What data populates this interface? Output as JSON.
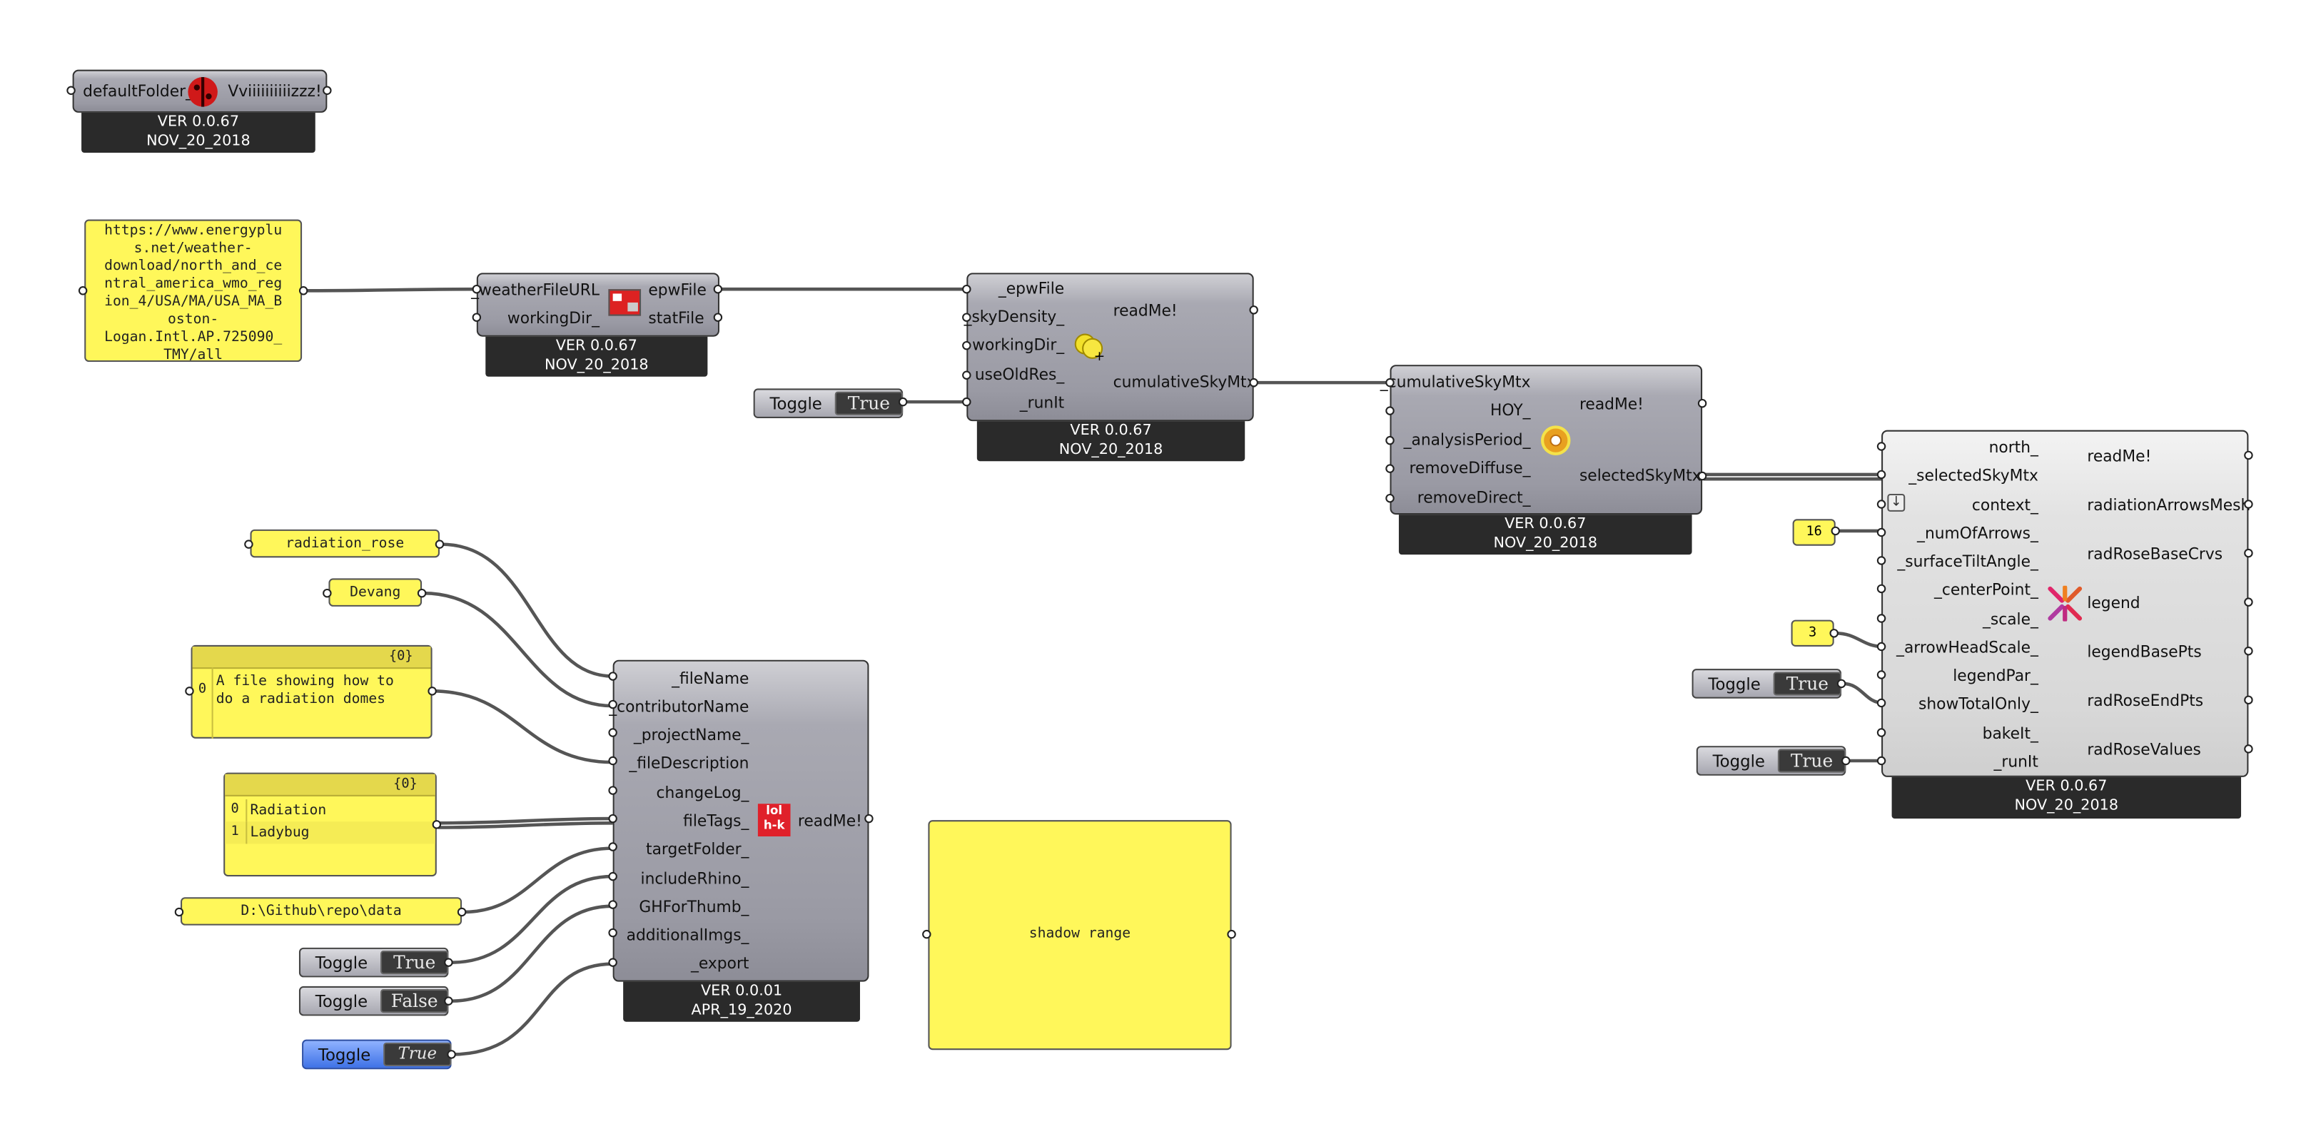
{
  "default_folder": {
    "input": "defaultFolder_",
    "output": "Vviiiiiiiiiizzz!",
    "ver": "VER 0.0.67",
    "date": "NOV_20_2018"
  },
  "url_panel": {
    "lines": [
      "https://www.energyplu",
      "s.net/weather-",
      "download/north_and_ce",
      "ntral_america_wmo_reg",
      "ion_4/USA/MA/USA_MA_B",
      "oston-",
      "Logan.Intl.AP.725090_",
      "TMY/all"
    ]
  },
  "download_weather": {
    "inputs": [
      "_weatherFileURL",
      "workingDir_"
    ],
    "outputs": [
      "epwFile",
      "statFile"
    ],
    "ver": "VER 0.0.67",
    "date": "NOV_20_2018"
  },
  "gen_sky_mtx": {
    "inputs": [
      "_epwFile",
      "_skyDensity_",
      "workingDir_",
      "useOldRes_",
      "_runIt"
    ],
    "outputs": [
      "readMe!",
      "cumulativeSkyMtx"
    ],
    "ver": "VER 0.0.67",
    "date": "NOV_20_2018"
  },
  "toggle_run1": {
    "label": "Toggle",
    "value": "True"
  },
  "select_sky_mtx": {
    "inputs": [
      "_cumulativeSkyMtx",
      "HOY_",
      "_analysisPeriod_",
      "removeDiffuse_",
      "removeDirect_"
    ],
    "outputs": [
      "readMe!",
      "selectedSkyMtx"
    ],
    "ver": "VER 0.0.67",
    "date": "NOV_20_2018"
  },
  "radiation_rose": {
    "inputs": [
      "north_",
      "_selectedSkyMtx",
      "context_",
      "_numOfArrows_",
      "_surfaceTiltAngle_",
      "_centerPoint_",
      "_scale_",
      "_arrowHeadScale_",
      "legendPar_",
      "showTotalOnly_",
      "bakeIt_",
      "_runIt"
    ],
    "outputs": [
      "readMe!",
      "radiationArrowsMesh",
      "radRoseBaseCrvs",
      "legend",
      "legendBasePts",
      "radRoseEndPts",
      "radRoseValues"
    ],
    "ver": "VER 0.0.67",
    "date": "NOV_20_2018"
  },
  "num_arrows": {
    "value": "16"
  },
  "num_scale": {
    "value": "3"
  },
  "toggle_total": {
    "label": "Toggle",
    "value": "True"
  },
  "toggle_run2": {
    "label": "Toggle",
    "value": "True"
  },
  "panel_filename": {
    "text": "radiation_rose"
  },
  "panel_contributor": {
    "text": "Devang"
  },
  "panel_description": {
    "header": "{0}",
    "rows": [
      {
        "index": "0",
        "lines": [
          "A file showing how to",
          "do a radiation domes"
        ]
      }
    ]
  },
  "panel_tags": {
    "header": "{0}",
    "rows": [
      {
        "index": "0",
        "value": "Radiation"
      },
      {
        "index": "1",
        "value": "Ladybug"
      }
    ]
  },
  "panel_folder": {
    "text": "D:\\Github\\repo\\data"
  },
  "toggle_rhino": {
    "label": "Toggle",
    "value": "True"
  },
  "toggle_thumb": {
    "label": "Toggle",
    "value": "False"
  },
  "toggle_export": {
    "label": "Toggle",
    "value": "True"
  },
  "export_component": {
    "inputs": [
      "_fileName",
      "_contributorName",
      "_projectName_",
      "_fileDescription",
      "changeLog_",
      "fileTags_",
      "targetFolder_",
      "includeRhino_",
      "GHForThumb_",
      "additionalImgs_",
      "_export"
    ],
    "output": "readMe!",
    "ver": "VER 0.0.01",
    "date": "APR_19_2020"
  },
  "shadow_panel": {
    "text": "shadow range"
  },
  "colors": {
    "panel": "#fff75a",
    "component": "#9a9aa4",
    "footer": "#2a2a2a",
    "toggle_selected": "#3f72e6"
  }
}
